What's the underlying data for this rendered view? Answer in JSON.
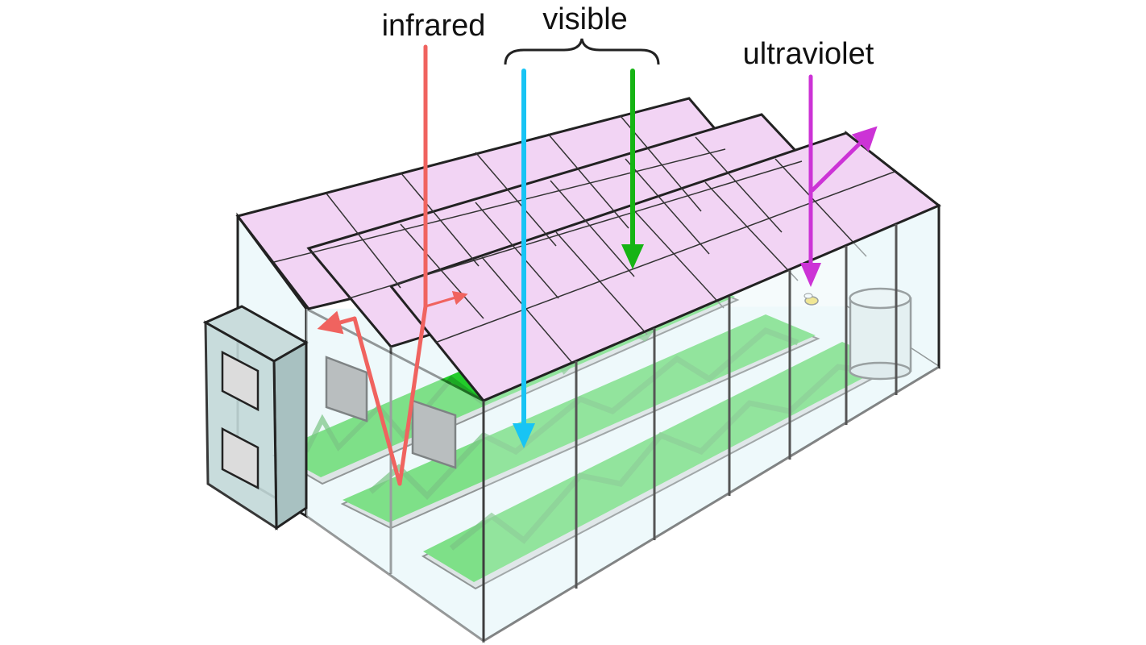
{
  "labels": {
    "infrared": "infrared",
    "visible": "visible",
    "ultraviolet": "ultraviolet"
  },
  "colors": {
    "infrared": "#f0635f",
    "visible_blue": "#18c4f4",
    "visible_green": "#16b414",
    "ultraviolet": "#cc33d6",
    "roof_glass": "#f2d4f4",
    "wall_glass": "#eef9fb",
    "plants": "#1fd02a",
    "outline": "#222222"
  }
}
